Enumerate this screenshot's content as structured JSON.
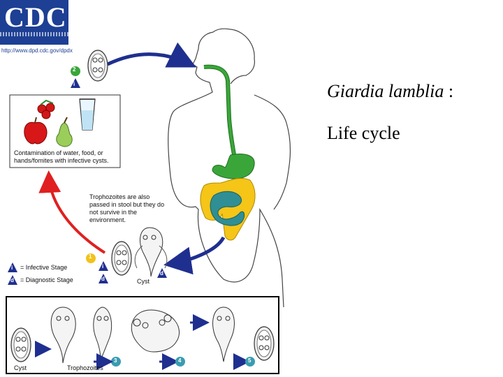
{
  "logo": {
    "text": "CDC",
    "tagline": "SAFER • HEALTHIER • PEOPLE™"
  },
  "url": "http://www.dpd.cdc.gov/dpdx",
  "slide": {
    "title_italic": "Giardia lamblia",
    "title_suffix": " :",
    "subtitle": "Life cycle"
  },
  "contamination_text": "Contamination of water, food, or hands/fomites with infective cysts.",
  "trophozoite_note": "Trophozoites are also passed in stool but they do not survive in the environment.",
  "legend": {
    "infective_symbol": "i",
    "infective_label": "= Infective Stage",
    "diagnostic_symbol": "d",
    "diagnostic_label": "= Diagnostic Stage"
  },
  "cyst_label": "Cyst",
  "steps": {
    "s1": "1",
    "s2": "2",
    "s3": "3",
    "s4": "4",
    "s5": "5"
  },
  "bottom": {
    "cyst_label": "Cyst",
    "trophozoite_label": "Trophozoites"
  },
  "colors": {
    "cdc_blue": "#1d3f94",
    "arrow_blue": "#1f2f8f",
    "arrow_red": "#e02020",
    "stomach_green": "#3aa63a",
    "intestine_yellow": "#f5c518",
    "intestine_teal": "#2f8f94",
    "step_teal": "#3a9cb0",
    "step_yellow": "#f2c21b"
  }
}
